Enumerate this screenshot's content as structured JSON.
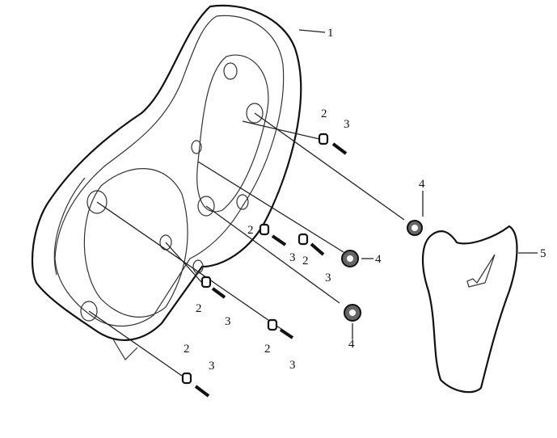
{
  "diagram": {
    "type": "exploded-parts-view",
    "callouts": [
      "1",
      "2",
      "3",
      "4",
      "4",
      "5",
      "2",
      "3",
      "2",
      "3",
      "2",
      "3",
      "4",
      "2",
      "3",
      "2",
      "3"
    ],
    "colors": {
      "line": "#111111",
      "background": "#ffffff"
    }
  }
}
